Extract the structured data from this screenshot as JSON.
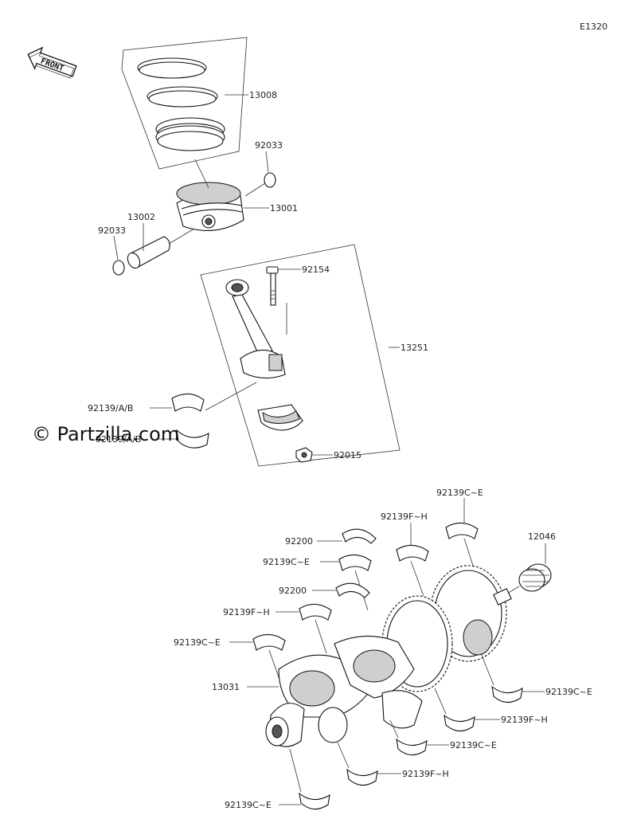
{
  "diagram_code": "E1320",
  "front_label": "FRONT",
  "watermark": "© Partzilla.com",
  "labels": {
    "p13008": "13008",
    "p92033a": "92033",
    "p13001": "13001",
    "p13002": "13002",
    "p92033b": "92033",
    "p92154": "92154",
    "p13251": "13251",
    "p92139ab1": "92139/A/B",
    "p92139ab2": "92139/A/B",
    "p92015": "92015",
    "p92139ce_top": "92139C~E",
    "p92139fh_top": "92139F~H",
    "p12046": "12046",
    "p92200a": "92200",
    "p92139ce_2": "92139C~E",
    "p92200b": "92200",
    "p92139fh_2": "92139F~H",
    "p92139ce_3": "92139C~E",
    "p13031": "13031",
    "p92139ce_r1": "92139C~E",
    "p92139fh_r1": "92139F~H",
    "p92139ce_r2": "92139C~E",
    "p92139fh_r2": "92139F~H",
    "p92139ce_bot": "92139C~E"
  }
}
